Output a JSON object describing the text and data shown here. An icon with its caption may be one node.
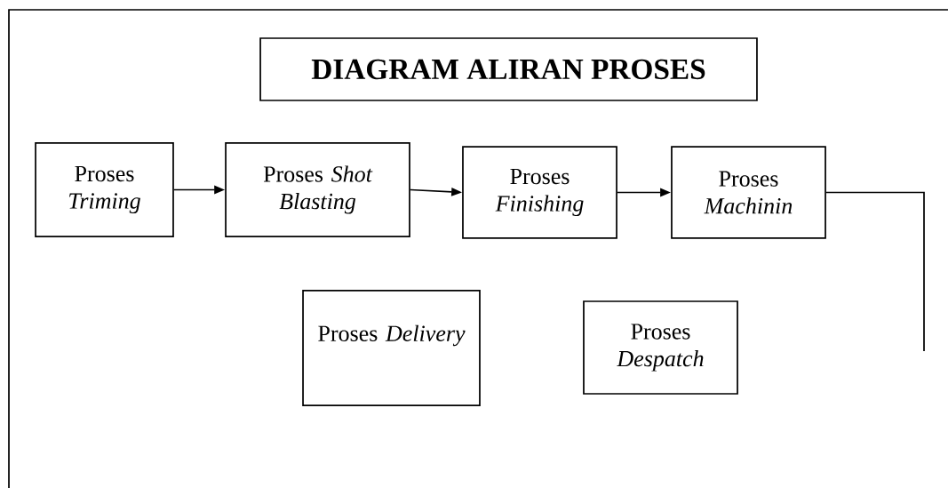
{
  "diagram": {
    "title": "DIAGRAM ALIRAN PROSES",
    "nodes": [
      {
        "text": [
          "Proses *Triming*"
        ]
      },
      {
        "text": [
          "Proses *Shot Blasting*"
        ]
      },
      {
        "text": [
          "Proses *Finishing*"
        ]
      },
      {
        "text": [
          "Proses *Machinin*"
        ]
      },
      {
        "text": [
          "Proses *Delivery*"
        ]
      },
      {
        "text": [
          "Proses *Despatch*"
        ]
      }
    ],
    "edges": [
      {
        "from": 0,
        "to": 1,
        "arrow": "to"
      },
      {
        "from": 1,
        "to": 2,
        "arrow": "to"
      },
      {
        "from": 2,
        "to": 3,
        "arrow": "to"
      },
      {
        "from": 3,
        "to": null,
        "arrow": "none"
      }
    ]
  }
}
